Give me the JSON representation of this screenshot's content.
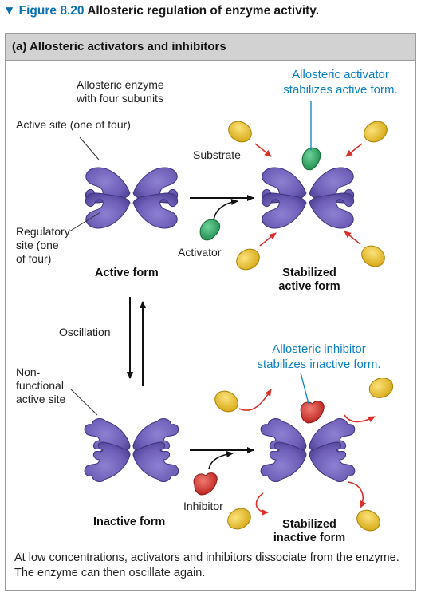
{
  "figure": {
    "number": "Figure 8.20",
    "title": "Allosteric regulation of enzyme activity."
  },
  "panel": {
    "title": "(a) Allosteric activators and inhibitors"
  },
  "labels": {
    "enzyme_line1": "Allosteric enzyme",
    "enzyme_line2": "with four subunits",
    "active_site": "Active site (one of four)",
    "substrate": "Substrate",
    "regulatory_line1": "Regulatory",
    "regulatory_line2": "site (one",
    "regulatory_line3": "of four)",
    "activator": "Activator",
    "active_form": "Active form",
    "stabilized_active_line1": "Stabilized",
    "stabilized_active_line2": "active form",
    "activator_note_line1": "Allosteric activator",
    "activator_note_line2": "stabilizes active form.",
    "oscillation": "Oscillation",
    "nonfunctional_line1": "Non-",
    "nonfunctional_line2": "functional",
    "nonfunctional_line3": "active site",
    "inhibitor_note_line1": "Allosteric inhibitor",
    "inhibitor_note_line2": "stabilizes inactive form.",
    "inhibitor": "Inhibitor",
    "inactive_form": "Inactive form",
    "stabilized_inactive_line1": "Stabilized",
    "stabilized_inactive_line2": "inactive form"
  },
  "caption": "At low concentrations, activators and inhibitors dissociate from the enzyme. The enzyme can then oscillate again.",
  "colors": {
    "enzyme": "#6f5fb8",
    "enzyme_dark": "#4a3d8f",
    "substrate": "#e8c12c",
    "activator": "#2fa864",
    "inhibitor": "#d8302b",
    "arrow_red": "#d8302b",
    "blue_text": "#0a7fc0",
    "header_bg": "#d2d2d2"
  }
}
